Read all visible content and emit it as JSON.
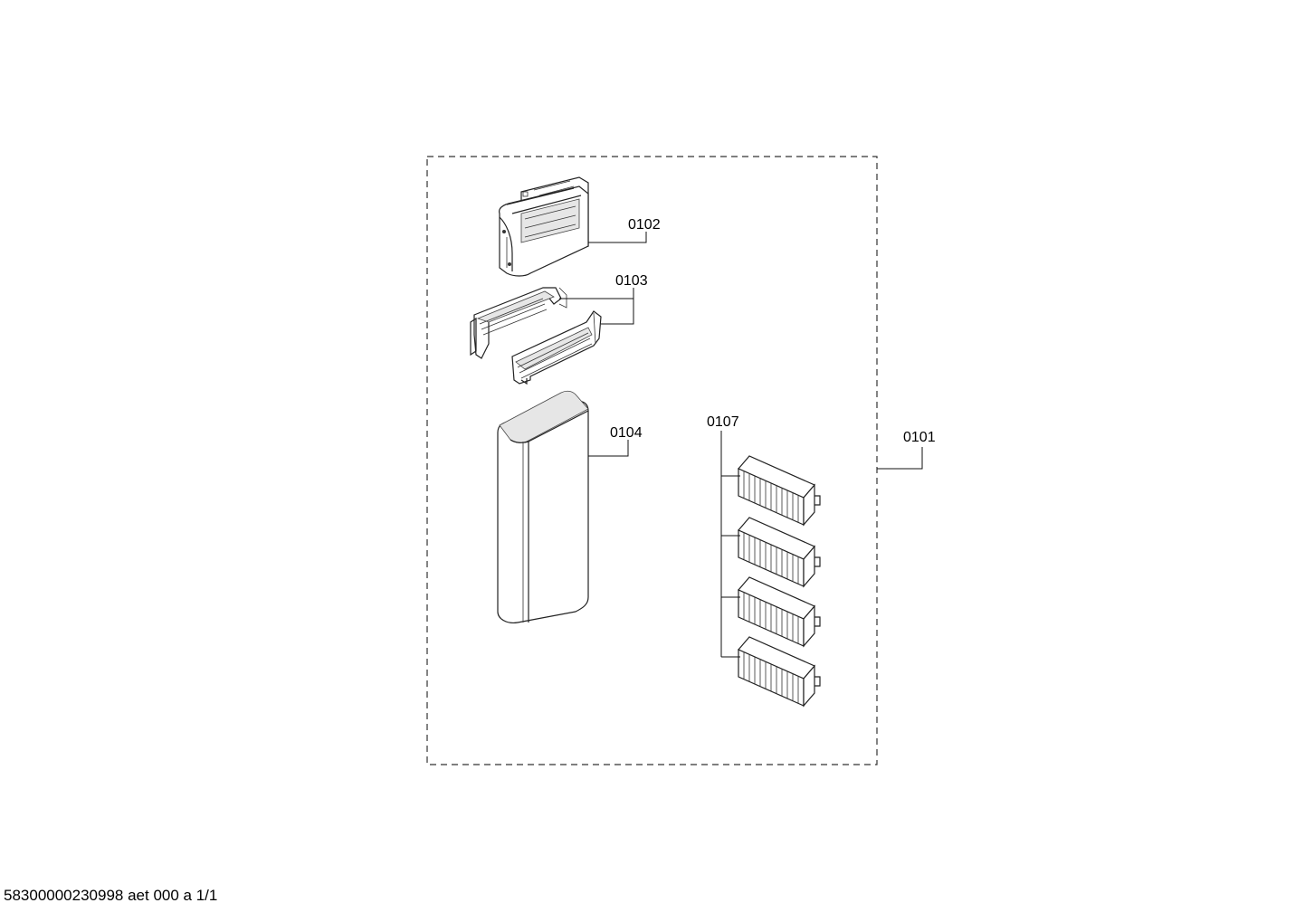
{
  "diagram": {
    "part_labels": {
      "p0101": "0101",
      "p0102": "0102",
      "p0103": "0103",
      "p0104": "0104",
      "p0107": "0107"
    }
  },
  "footer": {
    "document_code": "58300000230998 aet 000 a 1/1"
  },
  "colors": {
    "line": "#222222",
    "background": "#ffffff",
    "shade": "#e6e6e6"
  }
}
